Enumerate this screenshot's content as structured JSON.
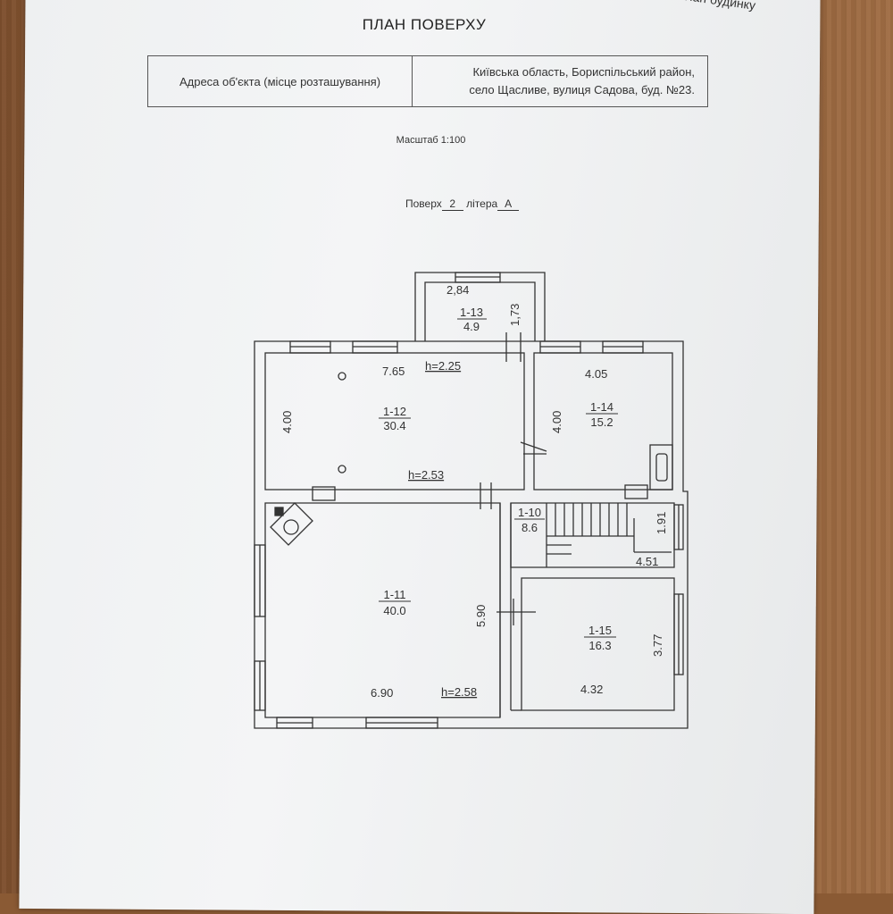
{
  "header": {
    "corner": "план будинку",
    "title": "ПЛАН ПОВЕРХУ"
  },
  "address": {
    "label": "Адреса об'єкта (місце розташування)",
    "line1": "Київська область, Бориспільський район,",
    "line2": "село Щасливе, вулиця Садова, буд. №23."
  },
  "scale": "Масштаб 1:100",
  "floor": {
    "prefix": "Поверх",
    "number": "2",
    "middle": "літера",
    "letter": "А"
  },
  "rooms": [
    {
      "id": "1-13",
      "area": "4.9"
    },
    {
      "id": "1-12",
      "area": "30.4"
    },
    {
      "id": "1-14",
      "area": "15.2"
    },
    {
      "id": "1-10",
      "area": "8.6"
    },
    {
      "id": "1-11",
      "area": "40.0"
    },
    {
      "id": "1-15",
      "area": "16.3"
    }
  ],
  "dimensions": {
    "balcony_width": "2,84",
    "balcony_depth": "1,73",
    "r12_width": "7.65",
    "r12_height": "h=2.25",
    "r12_depth": "4.00",
    "r12_height2": "h=2.53",
    "r14_width": "4.05",
    "r14_depth": "4.00",
    "r10_depth": "1.91",
    "r10_width": "4.51",
    "r11_depth": "5.90",
    "r11_width": "6.90",
    "r11_height": "h=2.58",
    "r15_depth": "3.77",
    "r15_width": "4.32"
  }
}
